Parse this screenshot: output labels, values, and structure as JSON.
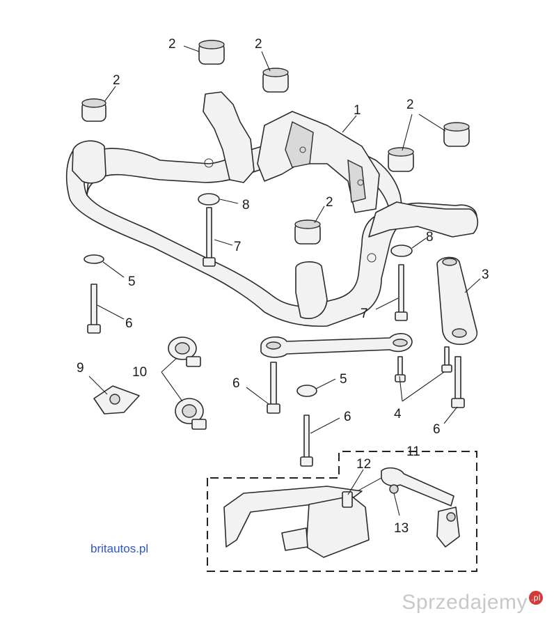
{
  "credit": "britautos.pl",
  "watermark": {
    "text": "Sprzedajemy",
    "badge": ".pl"
  },
  "callouts": [
    {
      "id": "c1",
      "label": "1"
    },
    {
      "id": "c2a",
      "label": "2"
    },
    {
      "id": "c2b",
      "label": "2"
    },
    {
      "id": "c2c",
      "label": "2"
    },
    {
      "id": "c2d",
      "label": "2"
    },
    {
      "id": "c2e",
      "label": "2"
    },
    {
      "id": "c3",
      "label": "3"
    },
    {
      "id": "c4",
      "label": "4"
    },
    {
      "id": "c5a",
      "label": "5"
    },
    {
      "id": "c5b",
      "label": "5"
    },
    {
      "id": "c6a",
      "label": "6"
    },
    {
      "id": "c6b",
      "label": "6"
    },
    {
      "id": "c6c",
      "label": "6"
    },
    {
      "id": "c6d",
      "label": "6"
    },
    {
      "id": "c7a",
      "label": "7"
    },
    {
      "id": "c7b",
      "label": "7"
    },
    {
      "id": "c8a",
      "label": "8"
    },
    {
      "id": "c8b",
      "label": "8"
    },
    {
      "id": "c9",
      "label": "9"
    },
    {
      "id": "c10",
      "label": "10"
    },
    {
      "id": "c11",
      "label": "11"
    },
    {
      "id": "c12",
      "label": "12"
    },
    {
      "id": "c13",
      "label": "13"
    }
  ]
}
